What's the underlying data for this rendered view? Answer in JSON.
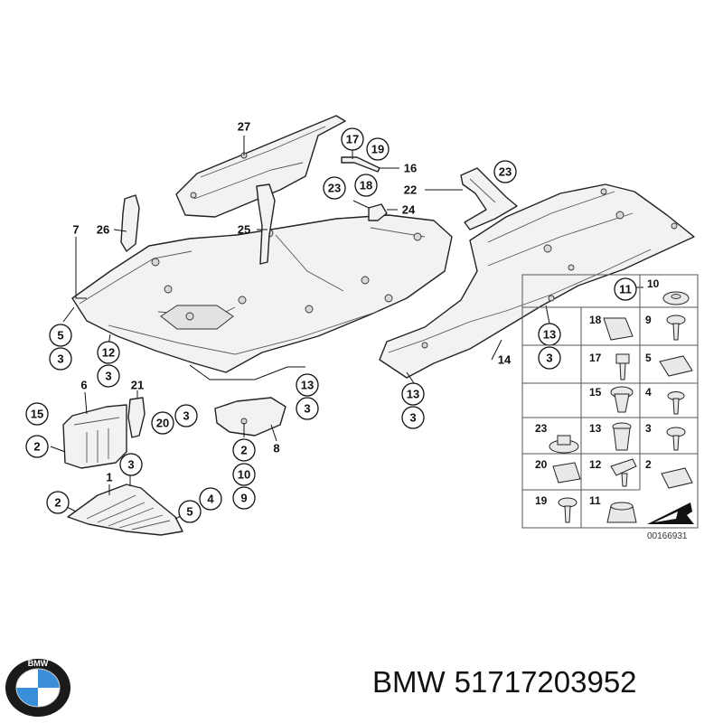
{
  "brand": "BMW",
  "part_number": "51717203952",
  "diagram_id": "00166931",
  "logo_letters": "BMW",
  "colors": {
    "logo_blue": "#3a8ed8",
    "logo_ring": "#1a1a1a",
    "line": "#222222"
  },
  "callouts": [
    "27",
    "17",
    "19",
    "16",
    "23",
    "18",
    "22",
    "24",
    "23",
    "7",
    "26",
    "25",
    "11",
    "5",
    "3",
    "12",
    "3",
    "14",
    "13",
    "3",
    "13",
    "3",
    "6",
    "21",
    "15",
    "20",
    "3",
    "2",
    "8",
    "1",
    "3",
    "2",
    "2",
    "10",
    "9",
    "5",
    "4"
  ],
  "plain_labels": [
    "27",
    "16",
    "22",
    "24",
    "7",
    "26",
    "25",
    "14",
    "6",
    "21",
    "8",
    "1",
    "4"
  ],
  "fastener_grid": [
    "10",
    "18",
    "9",
    "17",
    "5",
    "15",
    "4",
    "23",
    "13",
    "3",
    "20",
    "12",
    "2",
    "19",
    "11"
  ]
}
